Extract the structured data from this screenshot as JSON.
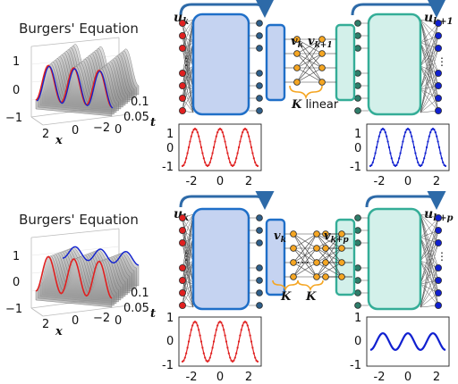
{
  "panels": [
    {
      "id": "top",
      "surface_title": "Burgers' Equation",
      "surface_axes": {
        "z_ticks": [
          "1",
          "0",
          "−1"
        ],
        "x_ticks": [
          "2",
          "0",
          "−2"
        ],
        "t_ticks": [
          "0",
          "0.05",
          "0.1"
        ],
        "x_label": "x",
        "t_label": "t"
      },
      "labels": {
        "u_in": "u",
        "u_in_sub": "k",
        "u_out": "u",
        "u_out_sub": "k+1",
        "v_left": "v",
        "v_left_sub": "k",
        "v_right": "v",
        "v_right_sub": "k+1",
        "K": "K",
        "K_suffix": " linear"
      },
      "plot_ticks": {
        "y": [
          "1",
          "0",
          "-1"
        ],
        "x": [
          "-2",
          "0",
          "2"
        ]
      }
    },
    {
      "id": "bottom",
      "surface_title": "Burgers' Equation",
      "surface_axes": {
        "z_ticks": [
          "1",
          "0",
          "−1"
        ],
        "x_ticks": [
          "2",
          "0",
          "−2"
        ],
        "t_ticks": [
          "0",
          "0.05",
          "0.1"
        ],
        "x_label": "x",
        "t_label": "t"
      },
      "labels": {
        "u_in": "u",
        "u_in_sub": "k",
        "u_out": "u",
        "u_out_sub": "k+p",
        "v_left": "v",
        "v_left_sub": "k",
        "v_right": "v",
        "v_right_sub": "k+p",
        "K1": "K",
        "K2": "K",
        "dots": "…"
      },
      "plot_ticks": {
        "y": [
          "1",
          "0",
          "-1"
        ],
        "x": [
          "-2",
          "0",
          "2"
        ]
      }
    }
  ],
  "colors": {
    "input_wave": "#e02020",
    "output_wave": "#1020d0",
    "encoder_fill": "#c5d3f1",
    "encoder_stroke": "#1f6fc8",
    "decoder_fill": "#d3f0ea",
    "decoder_stroke": "#34ad97",
    "latent_node": "#f5a623",
    "arrow": "#2d6aa8",
    "brace": "#f5a623"
  }
}
